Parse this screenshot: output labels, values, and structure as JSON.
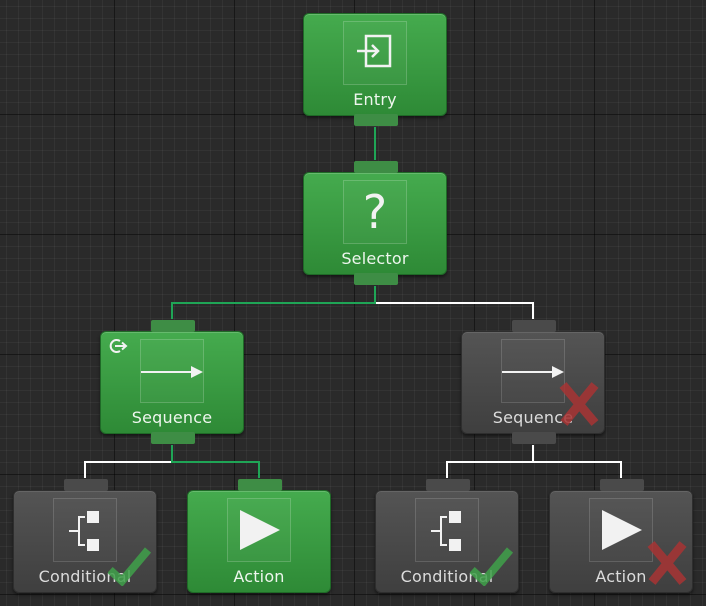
{
  "colors": {
    "active": "#39a044",
    "inactive": "#4a4a4a",
    "wire_active": "#1fa556",
    "wire_inactive": "#ffffff",
    "check": "#3fa14a",
    "cross": "#a83434"
  },
  "nodes": [
    {
      "id": "entry",
      "label": "Entry",
      "icon": "entry-icon",
      "state": "active",
      "has_input": false,
      "status": null,
      "repeat": false
    },
    {
      "id": "selector",
      "label": "Selector",
      "icon": "question-icon",
      "state": "active",
      "has_input": true,
      "status": null,
      "repeat": false
    },
    {
      "id": "sequence-left",
      "label": "Sequence",
      "icon": "arrow-right-icon",
      "state": "active",
      "has_input": true,
      "status": null,
      "repeat": true
    },
    {
      "id": "sequence-right",
      "label": "Sequence",
      "icon": "arrow-right-icon",
      "state": "inactive",
      "has_input": true,
      "status": "failure",
      "repeat": false
    },
    {
      "id": "conditional-left",
      "label": "Conditional",
      "icon": "conditional-icon",
      "state": "inactive",
      "has_input": true,
      "status": "success",
      "repeat": false
    },
    {
      "id": "action-left",
      "label": "Action",
      "icon": "play-icon",
      "state": "active",
      "has_input": true,
      "status": null,
      "repeat": false
    },
    {
      "id": "conditional-right",
      "label": "Conditional",
      "icon": "conditional-icon",
      "state": "inactive",
      "has_input": true,
      "status": "success",
      "repeat": false
    },
    {
      "id": "action-right",
      "label": "Action",
      "icon": "play-icon",
      "state": "inactive",
      "has_input": true,
      "status": "failure",
      "repeat": false
    }
  ],
  "connections": [
    {
      "from": "entry",
      "to": "selector",
      "state": "active"
    },
    {
      "from": "selector",
      "to": "sequence-left",
      "state": "active"
    },
    {
      "from": "selector",
      "to": "sequence-right",
      "state": "inactive"
    },
    {
      "from": "sequence-left",
      "to": "conditional-left",
      "state": "inactive"
    },
    {
      "from": "sequence-left",
      "to": "action-left",
      "state": "active"
    },
    {
      "from": "sequence-right",
      "to": "conditional-right",
      "state": "inactive"
    },
    {
      "from": "sequence-right",
      "to": "action-right",
      "state": "inactive"
    }
  ]
}
